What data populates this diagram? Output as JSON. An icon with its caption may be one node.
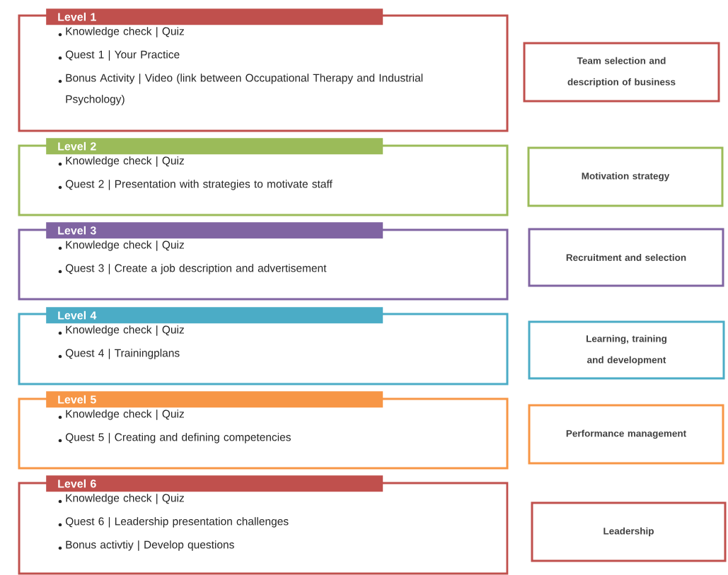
{
  "diagram": {
    "nodes": [
      {
        "text": [
          "Level 1",
          "Knowledge check | Quiz",
          "Quest 1 | Your Practice",
          "Bonus Activity | Video (link between Occupational Therapy and Industrial Psychology)"
        ]
      },
      {
        "text": [
          "Team selection and description of business"
        ]
      },
      {
        "text": [
          "Level 2",
          "Knowledge check | Quiz",
          "Quest 2 | Presentation with strategies to motivate staff"
        ]
      },
      {
        "text": [
          "Motivation strategy"
        ]
      },
      {
        "text": [
          "Level 3",
          "Knowledge check | Quiz",
          "Quest 3 | Create a job description and advertisement"
        ]
      },
      {
        "text": [
          "Recruitment and selection"
        ]
      },
      {
        "text": [
          "Level 4",
          "Knowledge check | Quiz",
          "Quest 4 | Trainingplans"
        ]
      },
      {
        "text": [
          "Learning, training and development"
        ]
      },
      {
        "text": [
          "Level 5",
          "Knowledge check | Quiz",
          "Quest 5 | Creating and defining competencies"
        ]
      },
      {
        "text": [
          "Performance management"
        ]
      },
      {
        "text": [
          "Level 6",
          "Knowledge check | Quiz",
          "Quest 6 | Leadership presentation challenges",
          "Bonus activtiy | Develop questions"
        ]
      },
      {
        "text": [
          "Leadership"
        ]
      }
    ]
  }
}
